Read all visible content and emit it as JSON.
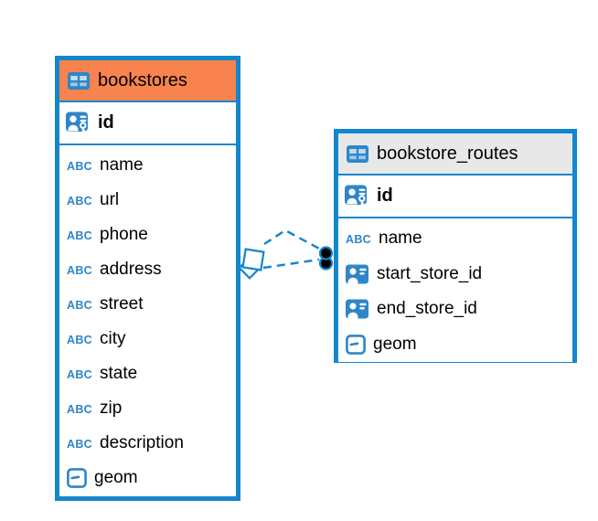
{
  "colors": {
    "table_border_blue": "#1486cc",
    "connector_blue": "#1486cc",
    "icon_blue": "#2e86c8",
    "header_orange": "#f8834e",
    "header_gray": "#e8e8e8",
    "row_background": "#ffffff",
    "text": "#000000",
    "relation_dot_fill": "#000000"
  },
  "icons": {
    "table": "table-grid-icon",
    "primary_key": "person-key-icon",
    "reference": "person-card-icon",
    "text_type": "abc-text-icon",
    "text_type_label": "ABC",
    "geometry": "square-dash-icon"
  },
  "tables": [
    {
      "title": "bookstores",
      "header_style": "orange",
      "columns": [
        {
          "name": "id",
          "type": "primary-key"
        },
        {
          "name": "name",
          "type": "text"
        },
        {
          "name": "url",
          "type": "text"
        },
        {
          "name": "phone",
          "type": "text"
        },
        {
          "name": "address",
          "type": "text"
        },
        {
          "name": "street",
          "type": "text"
        },
        {
          "name": "city",
          "type": "text"
        },
        {
          "name": "state",
          "type": "text"
        },
        {
          "name": "zip",
          "type": "text"
        },
        {
          "name": "description",
          "type": "text"
        },
        {
          "name": "geom",
          "type": "geometry"
        }
      ]
    },
    {
      "title": "bookstore_routes",
      "header_style": "gray",
      "columns": [
        {
          "name": "id",
          "type": "primary-key"
        },
        {
          "name": "name",
          "type": "text"
        },
        {
          "name": "start_store_id",
          "type": "reference"
        },
        {
          "name": "end_store_id",
          "type": "reference"
        },
        {
          "name": "geom",
          "type": "geometry"
        }
      ]
    }
  ],
  "relations": {
    "count": 2,
    "line_style": "dashed",
    "from_table": "bookstores",
    "to_table": "bookstore_routes"
  }
}
